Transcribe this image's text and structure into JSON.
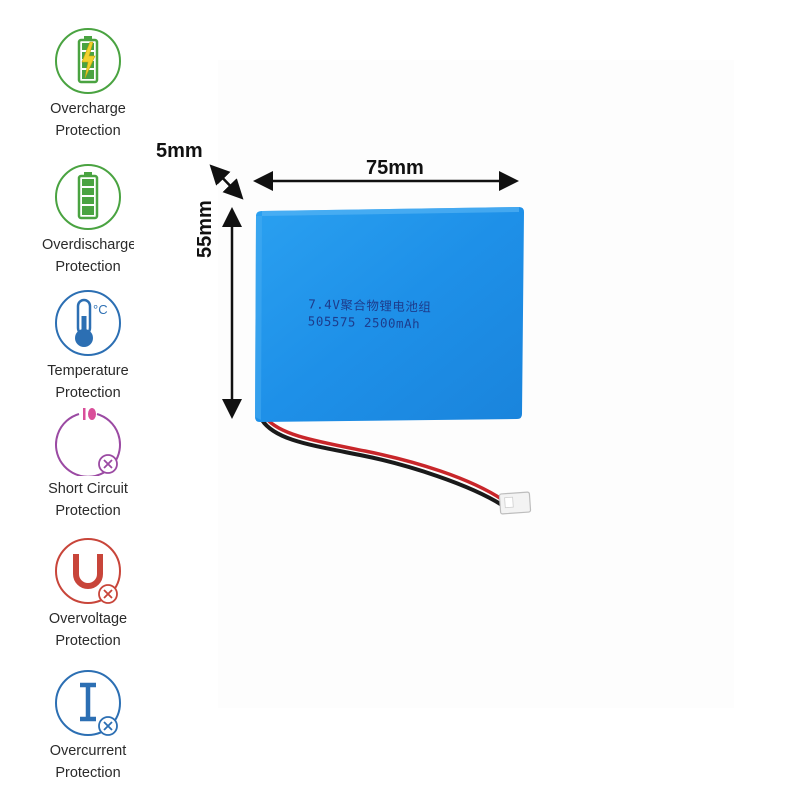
{
  "features": [
    {
      "icon": "overcharge-battery-icon",
      "line1": "Overcharge",
      "line2": "Protection",
      "color": "#4aa341"
    },
    {
      "icon": "overdischarge-battery-icon",
      "line1": "Overdischarge",
      "line2": "Protection",
      "color": "#4aa341"
    },
    {
      "icon": "thermometer-icon",
      "line1": "Temperature",
      "line2": "Protection",
      "color": "#2c6fb3"
    },
    {
      "icon": "short-circuit-icon",
      "line1": "Short Circuit",
      "line2": "Protection",
      "color": "#9b4aa3"
    },
    {
      "icon": "overvoltage-icon",
      "line1": "Overvoltage",
      "line2": "Protection",
      "color": "#c8453a"
    },
    {
      "icon": "overcurrent-icon",
      "line1": "Overcurrent",
      "line2": "Protection",
      "color": "#2c6fb3"
    }
  ],
  "dimensions": {
    "thickness": "5mm",
    "width": "75mm",
    "height": "55mm"
  },
  "battery": {
    "print_line1": "7.4V聚合物锂电池组",
    "print_line2": "505575 2500mAh",
    "body_color": "#1e90e8"
  },
  "temperature_icon_unit": "°C"
}
